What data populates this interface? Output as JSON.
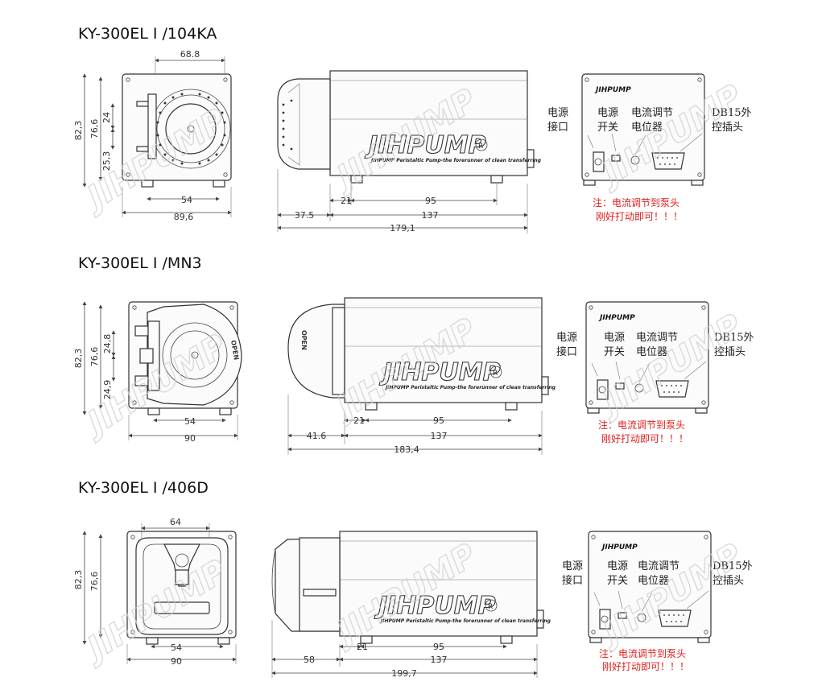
{
  "rows": [
    {
      "title": "KY-300EL I /104KA",
      "front": {
        "top": "68.8",
        "left_outer": "82,3",
        "left_inner": "76,6",
        "upper": "24",
        "lower": "25,3",
        "feet": "54",
        "width": "89,6"
      },
      "side": {
        "head": "37.5",
        "foot1": "21",
        "span": "95",
        "body": "137",
        "total": "179,1"
      }
    },
    {
      "title": "KY-300EL I /MN3",
      "front": {
        "top": "",
        "left_outer": "82,3",
        "left_inner": "76,6",
        "upper": "24,8",
        "lower": "24,9",
        "feet": "54",
        "width": "90"
      },
      "side": {
        "head": "41.6",
        "foot1": "21",
        "span": "95",
        "body": "137",
        "total": "183,4"
      }
    },
    {
      "title": "KY-300EL I /406D",
      "front": {
        "top": "64",
        "left_outer": "82,3",
        "left_inner": "76,6",
        "upper": "",
        "lower": "",
        "feet": "54",
        "width": "90"
      },
      "side": {
        "head": "58",
        "foot1": "21",
        "span": "95",
        "body": "137",
        "total": "199,7"
      }
    }
  ],
  "back_labels": {
    "power_port": [
      "电源",
      "接口"
    ],
    "power_switch": [
      "电源",
      "开关"
    ],
    "potentiometer": [
      "电流调节",
      "电位器"
    ],
    "db15": [
      "DB15外",
      "控插头"
    ]
  },
  "note": [
    "注：电流调节到泵头",
    "刚好打动即可！！！"
  ],
  "logo_text": "JIHPUMP",
  "logo_tagline": "JIHPUMP Peristaltic Pump-the forerunner of clean transferring",
  "open_label": "OPEN",
  "colors": {
    "note": "#e02020",
    "line": "#333333",
    "watermark": "#cfcfcf"
  }
}
